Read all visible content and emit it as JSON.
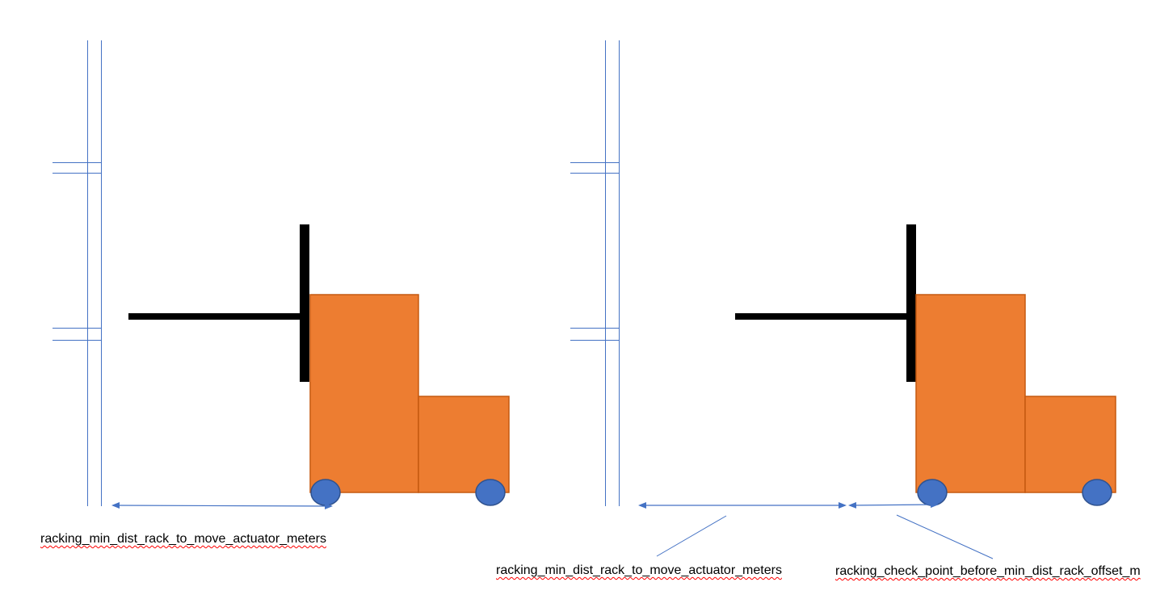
{
  "colors": {
    "rack": "#4472C4",
    "fork": "#000000",
    "forklift_body": "#ED7D31",
    "forklift_outline": "#C55A11",
    "wheel": "#4472C4",
    "wheel_outline": "#2F528F",
    "dimension_arrow": "#4472C4",
    "spellcheck_underline": "#FF0000"
  },
  "scenes": [
    {
      "name": "left",
      "elements": [
        "rack",
        "forklift",
        "dimension-arrow"
      ],
      "labels": [
        "racking_min_dist_rack_to_move_actuator_meters"
      ]
    },
    {
      "name": "right",
      "elements": [
        "rack",
        "forklift",
        "dimension-arrow",
        "dimension-arrow"
      ],
      "labels": [
        "racking_min_dist_rack_to_move_actuator_meters",
        "racking_check_point_before_min_dist_rack_offset_m"
      ]
    }
  ],
  "labels": {
    "left_min_dist": "racking_min_dist_rack_to_move_actuator_meters",
    "right_min_dist": "racking_min_dist_rack_to_move_actuator_meters",
    "right_check_point": "racking_check_point_before_min_dist_rack_offset_m"
  }
}
